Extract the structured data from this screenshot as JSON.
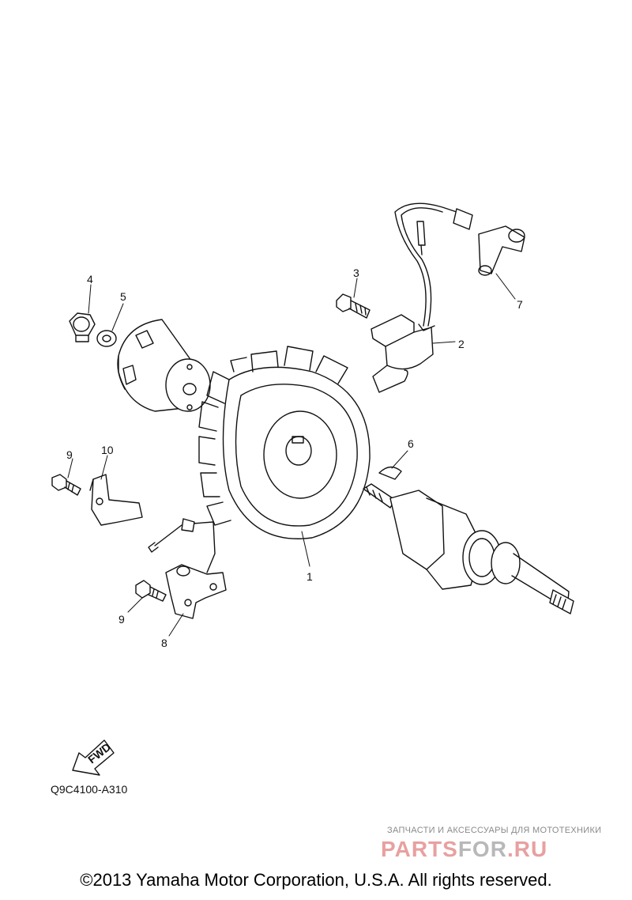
{
  "callouts": {
    "c1": "1",
    "c2": "2",
    "c3": "3",
    "c4": "4",
    "c5": "5",
    "c6": "6",
    "c7": "7",
    "c8": "8",
    "c9a": "9",
    "c9b": "9",
    "c10": "10"
  },
  "fwd_label": "FWD",
  "diagram_code": "Q9C4100-A310",
  "watermark": {
    "tagline": "ЗАПЧАСТИ И АКСЕССУАРЫ ДЛЯ МОТОТЕХНИКИ",
    "brand_part1": "PARTS",
    "brand_part2": "FOR",
    "brand_part3": ".RU"
  },
  "copyright": "©2013 Yamaha Motor Corporation, U.S.A. All rights reserved."
}
